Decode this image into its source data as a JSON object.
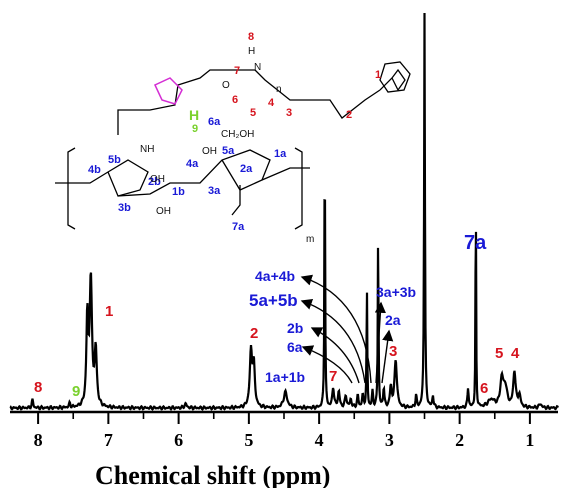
{
  "chart_data": {
    "type": "line",
    "title": "",
    "xlabel": "Chemical shift (ppm)",
    "ylabel": "",
    "xlim": [
      8.4,
      0.6
    ],
    "xticks": [
      8,
      7,
      6,
      5,
      4,
      3,
      2,
      1
    ],
    "series": [
      {
        "peaks": [
          {
            "x": 8.08,
            "h": 0.02,
            "w": 0.012
          },
          {
            "x": 7.55,
            "h": 0.01,
            "w": 0.012
          },
          {
            "x": 7.3,
            "h": 0.22,
            "w": 0.015
          },
          {
            "x": 7.25,
            "h": 0.32,
            "w": 0.02
          },
          {
            "x": 7.18,
            "h": 0.14,
            "w": 0.018
          },
          {
            "x": 5.9,
            "h": 0.01,
            "w": 0.02
          },
          {
            "x": 4.97,
            "h": 0.14,
            "w": 0.02
          },
          {
            "x": 4.93,
            "h": 0.1,
            "w": 0.018
          },
          {
            "x": 4.48,
            "h": 0.04,
            "w": 0.03
          },
          {
            "x": 3.92,
            "h": 0.71,
            "w": 0.006
          },
          {
            "x": 3.8,
            "h": 0.05,
            "w": 0.015
          },
          {
            "x": 3.72,
            "h": 0.04,
            "w": 0.015
          },
          {
            "x": 3.62,
            "h": 0.03,
            "w": 0.015
          },
          {
            "x": 3.55,
            "h": 0.02,
            "w": 0.015
          },
          {
            "x": 3.45,
            "h": 0.03,
            "w": 0.012
          },
          {
            "x": 3.38,
            "h": 0.03,
            "w": 0.012
          },
          {
            "x": 3.32,
            "h": 0.3,
            "w": 0.006
          },
          {
            "x": 3.24,
            "h": 0.04,
            "w": 0.01
          },
          {
            "x": 3.16,
            "h": 0.45,
            "w": 0.006
          },
          {
            "x": 3.08,
            "h": 0.05,
            "w": 0.01
          },
          {
            "x": 2.98,
            "h": 0.05,
            "w": 0.015
          },
          {
            "x": 2.91,
            "h": 0.12,
            "w": 0.02
          },
          {
            "x": 2.62,
            "h": 0.03,
            "w": 0.01
          },
          {
            "x": 2.5,
            "h": 1.0,
            "w": 0.007
          },
          {
            "x": 2.38,
            "h": 0.03,
            "w": 0.01
          },
          {
            "x": 1.88,
            "h": 0.05,
            "w": 0.01
          },
          {
            "x": 1.77,
            "h": 0.58,
            "w": 0.005
          },
          {
            "x": 1.55,
            "h": 0.02,
            "w": 0.06
          },
          {
            "x": 1.4,
            "h": 0.07,
            "w": 0.025
          },
          {
            "x": 1.35,
            "h": 0.05,
            "w": 0.03
          },
          {
            "x": 1.22,
            "h": 0.09,
            "w": 0.02
          },
          {
            "x": 1.15,
            "h": 0.03,
            "w": 0.02
          },
          {
            "x": 0.85,
            "h": 0.01,
            "w": 0.02
          }
        ]
      }
    ],
    "annotations": [
      {
        "text": "1",
        "color": "#d6141e"
      },
      {
        "text": "8",
        "color": "#d6141e"
      },
      {
        "text": "9",
        "color": "#7ad12e"
      },
      {
        "text": "2",
        "color": "#d6141e"
      },
      {
        "text": "1a+1b",
        "color": "#1a1ad6"
      },
      {
        "text": "7",
        "color": "#d6141e"
      },
      {
        "text": "6a",
        "color": "#1a1ad6"
      },
      {
        "text": "2b",
        "color": "#1a1ad6"
      },
      {
        "text": "5a+5b",
        "color": "#1a1ad6"
      },
      {
        "text": "4a+4b",
        "color": "#1a1ad6"
      },
      {
        "text": "3a+3b",
        "color": "#1a1ad6"
      },
      {
        "text": "2a",
        "color": "#1a1ad6"
      },
      {
        "text": "3",
        "color": "#d6141e"
      },
      {
        "text": "7a",
        "color": "#1a1ad6"
      },
      {
        "text": "6",
        "color": "#d6141e"
      },
      {
        "text": "5",
        "color": "#d6141e"
      },
      {
        "text": "4",
        "color": "#d6141e"
      }
    ]
  },
  "structure": {
    "labels_red": [
      "8",
      "7",
      "1",
      "6",
      "5",
      "4",
      "3",
      "2"
    ],
    "labels_blue": [
      "6a",
      "5b",
      "4b",
      "5a",
      "4a",
      "2a",
      "1a",
      "3a",
      "2b",
      "1b",
      "3b",
      "7a"
    ],
    "labels_green": [
      "9"
    ],
    "atoms": [
      "H",
      "N",
      "O",
      "NH",
      "OH",
      "CH₂OH",
      "n",
      "m"
    ]
  }
}
